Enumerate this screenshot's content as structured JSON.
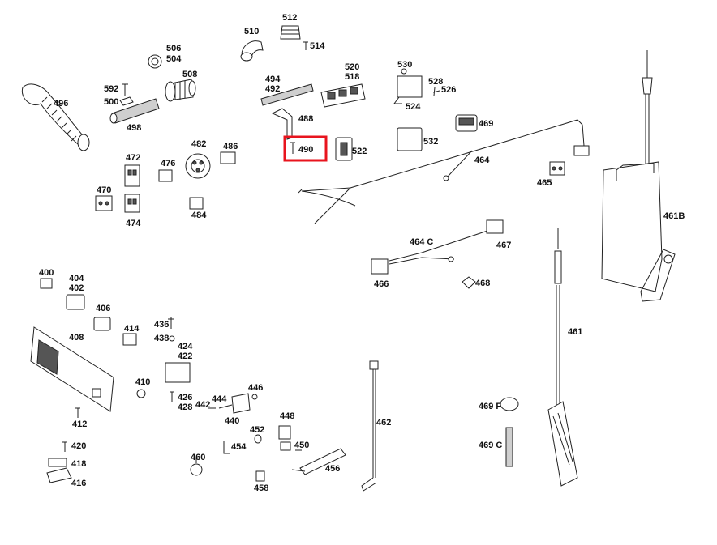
{
  "diagram": {
    "highlight_color": "#e8141e",
    "labels": {
      "p510": "510",
      "p512": "512",
      "p514": "514",
      "p506": "506",
      "p504": "504",
      "p508": "508",
      "p592": "592",
      "p500": "500",
      "p496": "496",
      "p498": "498",
      "p494": "494",
      "p492": "492",
      "p520": "520",
      "p518": "518",
      "p530": "530",
      "p528": "528",
      "p526": "526",
      "p524": "524",
      "p488": "488",
      "p490": "490",
      "p522": "522",
      "p469": "469",
      "p532": "532",
      "p464": "464",
      "p465": "465",
      "p472": "472",
      "p476": "476",
      "p482": "482",
      "p486": "486",
      "p470": "470",
      "p474": "474",
      "p484": "484",
      "p461B": "461B",
      "p464C": "464 C",
      "p467": "467",
      "p466": "466",
      "p468": "468",
      "p400": "400",
      "p404": "404",
      "p402": "402",
      "p406": "406",
      "p436": "436",
      "p438": "438",
      "p414": "414",
      "p408": "408",
      "p424": "424",
      "p422": "422",
      "p461": "461",
      "p410": "410",
      "p426": "426",
      "p428": "428",
      "p446": "446",
      "p444": "444",
      "p442": "442",
      "p440": "440",
      "p448": "448",
      "p469F": "469 F",
      "p412": "412",
      "p452": "452",
      "p454": "454",
      "p450": "450",
      "p462": "462",
      "p420": "420",
      "p469C": "469 C",
      "p418": "418",
      "p460": "460",
      "p456": "456",
      "p416": "416",
      "p458": "458"
    }
  }
}
